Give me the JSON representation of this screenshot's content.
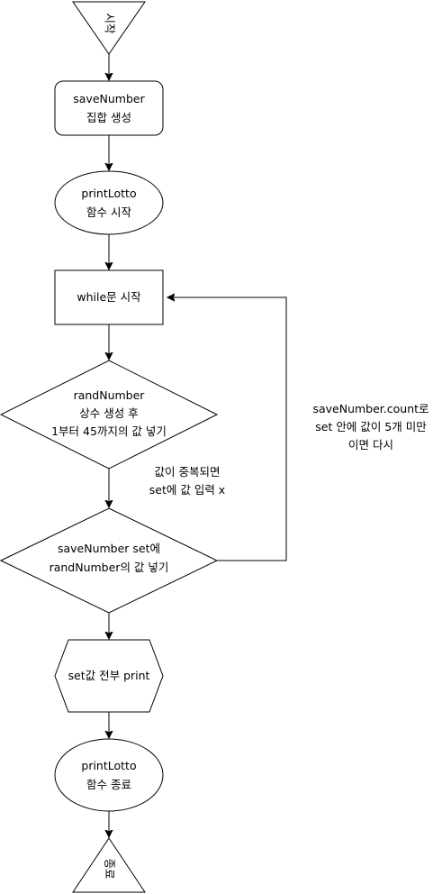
{
  "nodes": {
    "start": {
      "text": "시작"
    },
    "create_set": {
      "lines": [
        "saveNumber",
        "집합 생성"
      ]
    },
    "print_lotto_start": {
      "lines": [
        "printLotto",
        "함수 시작"
      ]
    },
    "while_start": {
      "text": "while문 시작"
    },
    "rand_number": {
      "lines": [
        "randNumber",
        "상수 생성 후",
        "1부터 45까지의 값 넣기"
      ]
    },
    "add_to_set": {
      "lines": [
        "saveNumber set에",
        "randNumber의 값 넣기"
      ]
    },
    "print_set": {
      "text": "set값 전부 print"
    },
    "print_lotto_end": {
      "lines": [
        "printLotto",
        "함수 종료"
      ]
    },
    "end": {
      "text": "종료"
    }
  },
  "edge_labels": {
    "duplicate_note": [
      "값이 중복되면",
      "set에 값 입력 x"
    ],
    "loop_note": [
      "saveNumber.count로",
      "set 안에 값이 5개 미만",
      "이면 다시"
    ]
  }
}
